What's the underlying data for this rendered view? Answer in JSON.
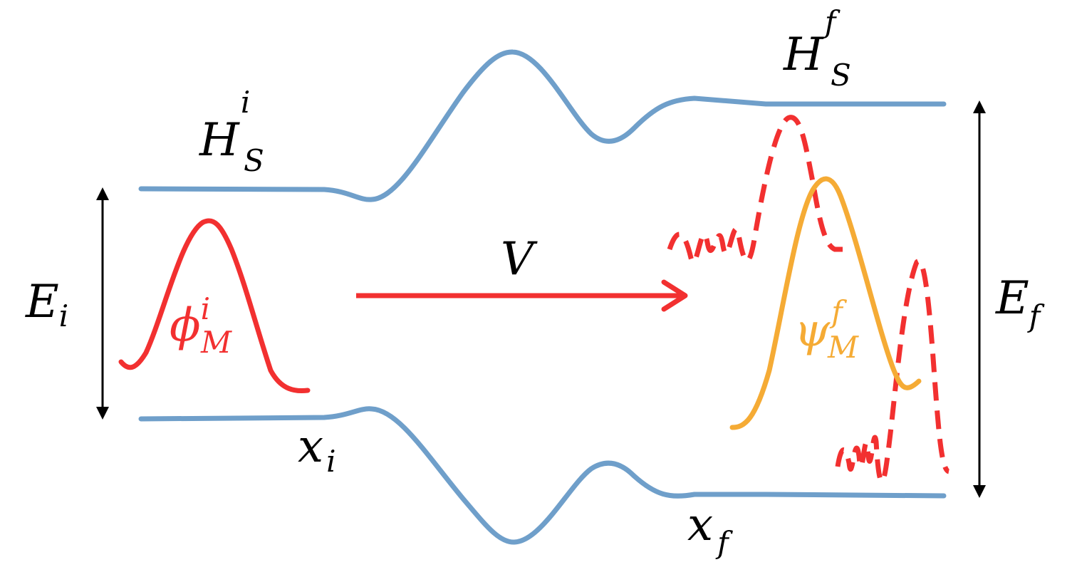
{
  "colors": {
    "boundary": "#6f9fca",
    "initial_wave": "#f23030",
    "scattered_wave": "#f23030",
    "final_wave": "#f5ab35",
    "arrow": "#000000",
    "text": "#000000"
  },
  "labels": {
    "H_i": {
      "base": "H",
      "sub": "S",
      "sup": "i"
    },
    "H_f": {
      "base": "H",
      "sub": "S",
      "sup": "f"
    },
    "E_i": {
      "base": "E",
      "sub": "i"
    },
    "E_f": {
      "base": "E",
      "sub": "f"
    },
    "V": "V",
    "phi": {
      "base": "ϕ",
      "sub": "M",
      "sup": "i"
    },
    "psi": {
      "base": "ψ",
      "sub": "M",
      "sup": "f"
    },
    "x_i": {
      "base": "x",
      "sub": "i"
    },
    "x_f": {
      "base": "x",
      "sub": "f"
    }
  }
}
